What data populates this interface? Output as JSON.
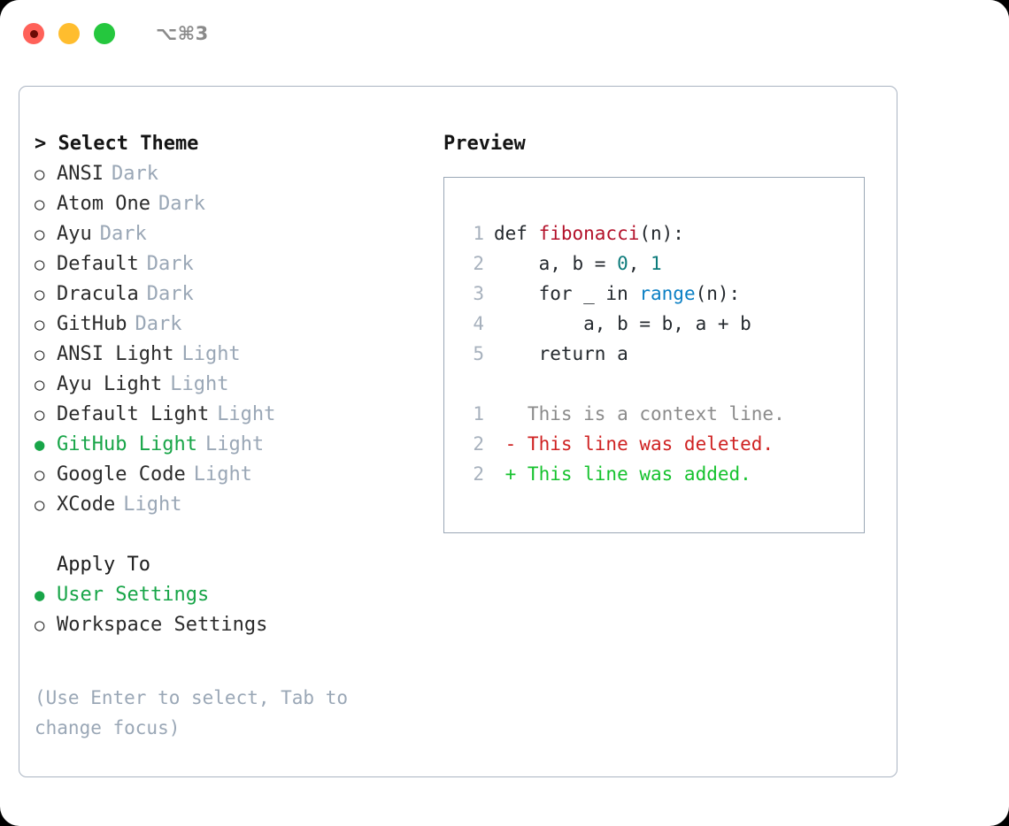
{
  "titlebar": {
    "shortcut": "⌥⌘3",
    "buttons": [
      "close",
      "minimize",
      "maximize"
    ]
  },
  "theme_picker": {
    "header": "> Select Theme",
    "items": [
      {
        "bullet": "○",
        "name": "ANSI",
        "kind": "Dark",
        "selected": false
      },
      {
        "bullet": "○",
        "name": "Atom One",
        "kind": "Dark",
        "selected": false
      },
      {
        "bullet": "○",
        "name": "Ayu",
        "kind": "Dark",
        "selected": false
      },
      {
        "bullet": "○",
        "name": "Default",
        "kind": "Dark",
        "selected": false
      },
      {
        "bullet": "○",
        "name": "Dracula",
        "kind": "Dark",
        "selected": false
      },
      {
        "bullet": "○",
        "name": "GitHub",
        "kind": "Dark",
        "selected": false
      },
      {
        "bullet": "○",
        "name": "ANSI Light",
        "kind": "Light",
        "selected": false
      },
      {
        "bullet": "○",
        "name": "Ayu Light",
        "kind": "Light",
        "selected": false
      },
      {
        "bullet": "○",
        "name": "Default Light",
        "kind": "Light",
        "selected": false
      },
      {
        "bullet": "●",
        "name": "GitHub Light",
        "kind": "Light",
        "selected": true
      },
      {
        "bullet": "○",
        "name": "Google Code",
        "kind": "Light",
        "selected": false
      },
      {
        "bullet": "○",
        "name": "XCode",
        "kind": "Light",
        "selected": false
      }
    ]
  },
  "apply_to": {
    "header": "Apply To",
    "items": [
      {
        "bullet": "●",
        "name": "User Settings",
        "selected": true
      },
      {
        "bullet": "○",
        "name": "Workspace Settings",
        "selected": false
      }
    ]
  },
  "hint": "(Use Enter to select, Tab to change focus)",
  "preview": {
    "header": "Preview",
    "code_lines": [
      {
        "no": "1",
        "tokens": [
          {
            "t": "def ",
            "c": "plain"
          },
          {
            "t": "fibonacci",
            "c": "fn"
          },
          {
            "t": "(n):",
            "c": "plain"
          }
        ]
      },
      {
        "no": "2",
        "tokens": [
          {
            "t": "    a, b = ",
            "c": "plain"
          },
          {
            "t": "0",
            "c": "num"
          },
          {
            "t": ", ",
            "c": "plain"
          },
          {
            "t": "1",
            "c": "num"
          }
        ]
      },
      {
        "no": "3",
        "tokens": [
          {
            "t": "    for _ in ",
            "c": "plain"
          },
          {
            "t": "range",
            "c": "call"
          },
          {
            "t": "(n):",
            "c": "plain"
          }
        ]
      },
      {
        "no": "4",
        "tokens": [
          {
            "t": "        a, b = b, a + b",
            "c": "plain"
          }
        ]
      },
      {
        "no": "5",
        "tokens": [
          {
            "t": "    return a",
            "c": "plain"
          }
        ]
      }
    ],
    "diff_lines": [
      {
        "no": "1",
        "marker": "  ",
        "text": "This is a context line.",
        "kind": "ctx"
      },
      {
        "no": "2",
        "marker": "- ",
        "text": "This line was deleted.",
        "kind": "del"
      },
      {
        "no": "2",
        "marker": "+ ",
        "text": "This line was added.",
        "kind": "add"
      }
    ]
  },
  "colors": {
    "accent_green": "#18a548",
    "muted": "#9aa7b6",
    "border": "#aab4c2",
    "code_fn": "#b3112a",
    "code_num": "#0d7b7b",
    "code_call": "#0a7fc4",
    "diff_del": "#cf2222",
    "diff_add": "#16c22e"
  }
}
